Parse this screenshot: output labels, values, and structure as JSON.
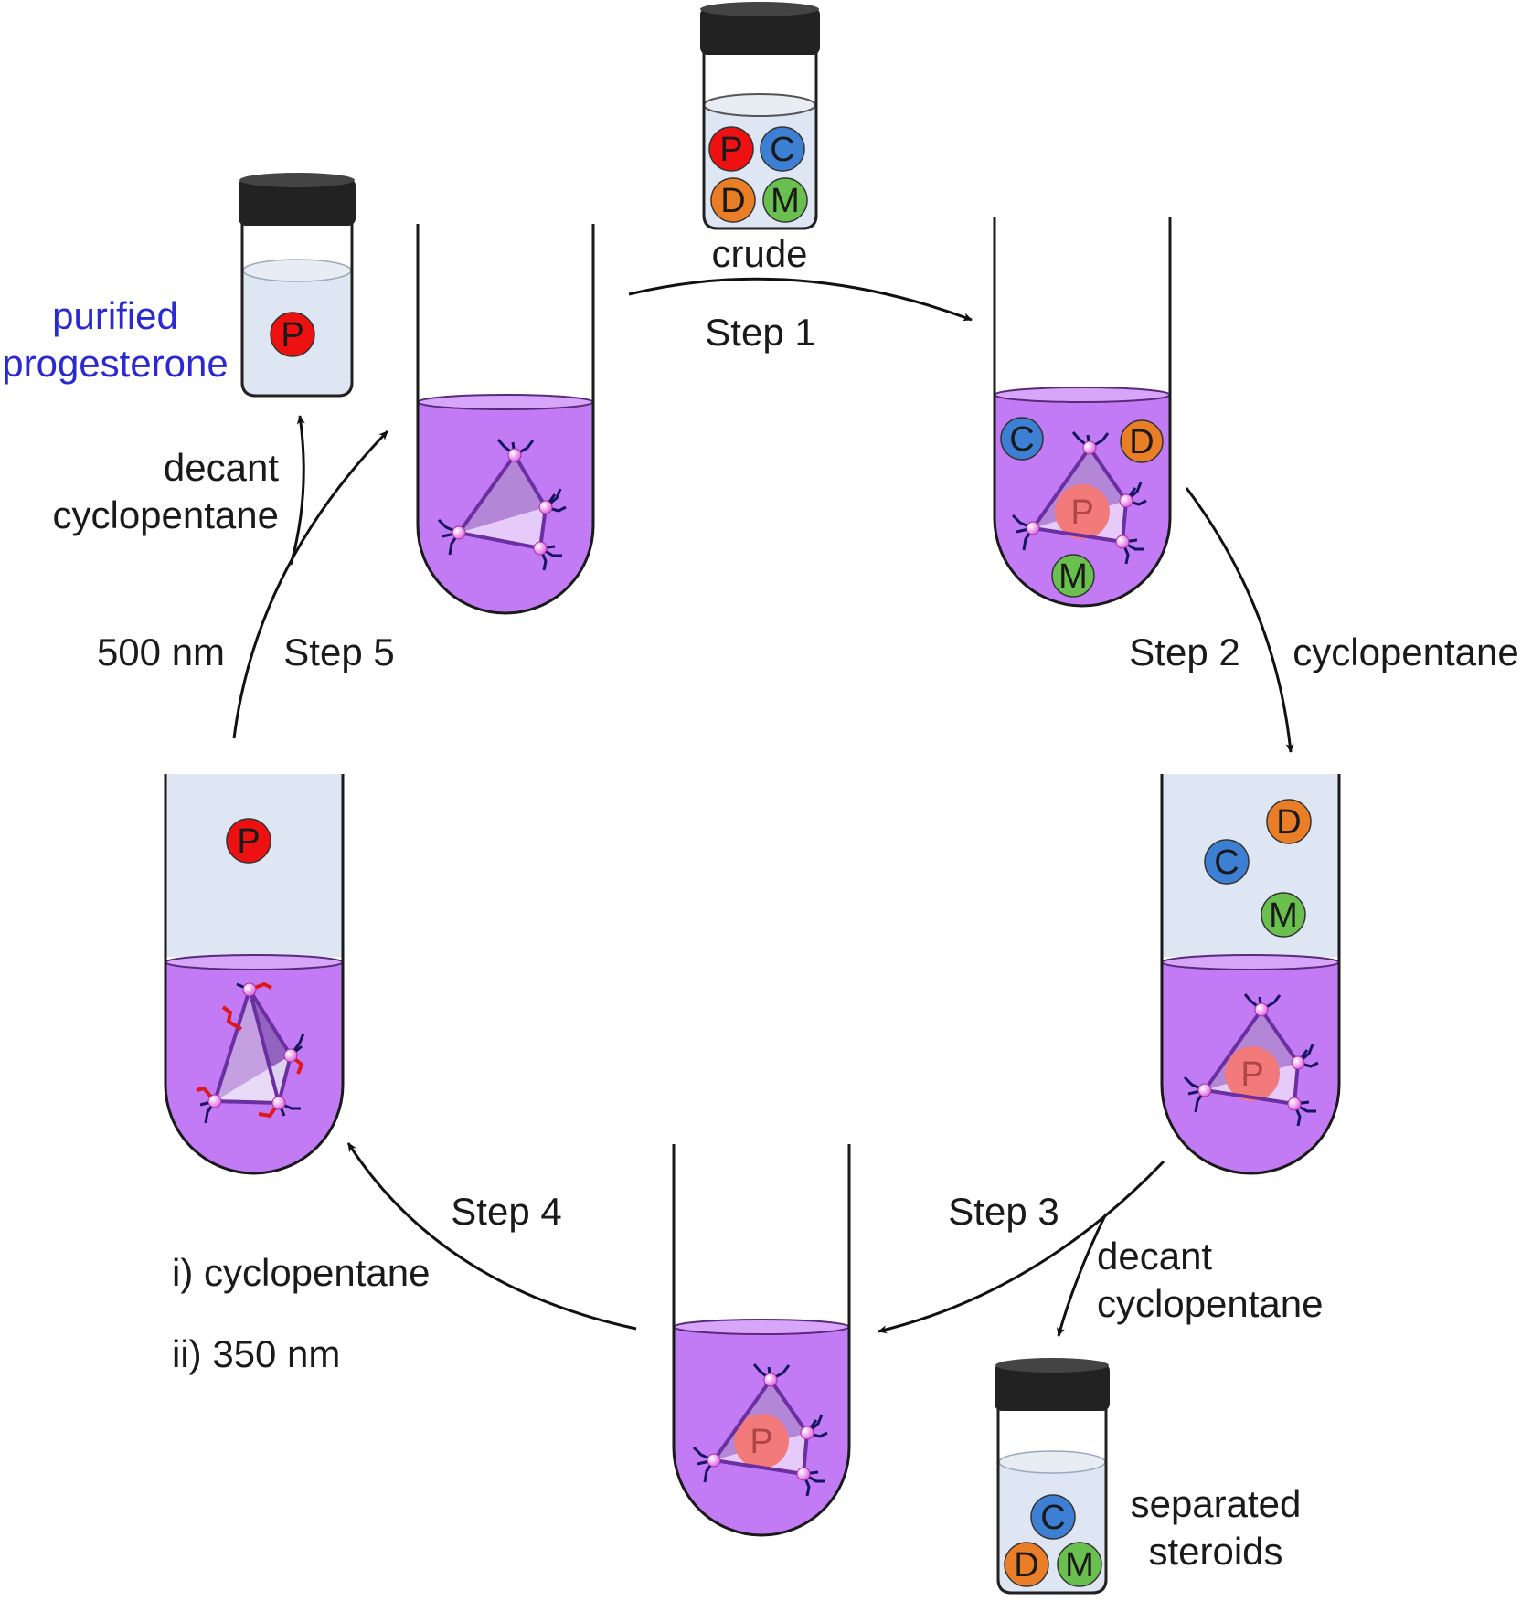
{
  "colors": {
    "purple_solution": "#c27bf5",
    "cyclopentane": "#dde6f2",
    "progesterone": "#ee1111",
    "progesterone_encapsulated": "#f37a7a",
    "cortisone": "#3d7fd2",
    "diosgenin": "#ea7e26",
    "methyltestosterone": "#6ac04e",
    "cage_edge": "#6a2fa0",
    "ligand": "#151560",
    "photoswitch": "#e01818",
    "label_blue": "#2a2ad0"
  },
  "steroid_letters": {
    "P": "P",
    "C": "C",
    "D": "D",
    "M": "M"
  },
  "labels": {
    "crude": "crude",
    "step1": "Step 1",
    "step2": "Step 2",
    "step2_cond": "cyclopentane",
    "step3": "Step 3",
    "step3_cond_1": "decant",
    "step3_cond_2": "cyclopentane",
    "step4": "Step 4",
    "step4_cond_1": "i) cyclopentane",
    "step4_cond_2": "ii) 350 nm",
    "step5": "Step 5",
    "step5_cond": "500 nm",
    "step5b_cond_1": "decant",
    "step5b_cond_2": "cyclopentane",
    "purified_1": "purified",
    "purified_2": "progesterone",
    "separated_1": "separated",
    "separated_2": "steroids"
  }
}
